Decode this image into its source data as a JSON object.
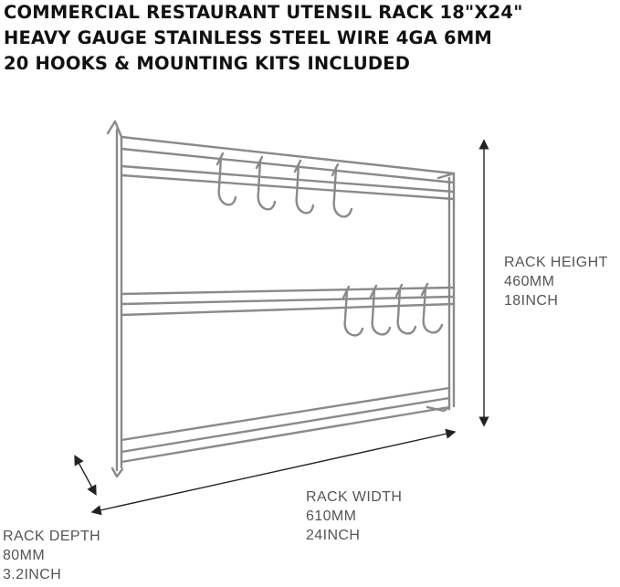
{
  "title": {
    "line1": "COMMERCIAL RESTAURANT UTENSIL RACK 18\"X24\"",
    "line2": "HEAVY GAUGE STAINLESS STEEL WIRE 4GA 6MM",
    "line3": "20 HOOKS & MOUNTING KITS INCLUDED"
  },
  "height_label": {
    "name": "RACK HEIGHT",
    "metric": "460MM",
    "imperial": "18INCH"
  },
  "width_label": {
    "name": "RACK WIDTH",
    "metric": "610MM",
    "imperial": "24INCH"
  },
  "depth_label": {
    "name": "RACK DEPTH",
    "metric": "80MM",
    "imperial": "3.2INCH"
  },
  "colors": {
    "text": "#111111",
    "label": "#555555",
    "wire": "#8a8a8a",
    "dimension_line": "#222222"
  }
}
